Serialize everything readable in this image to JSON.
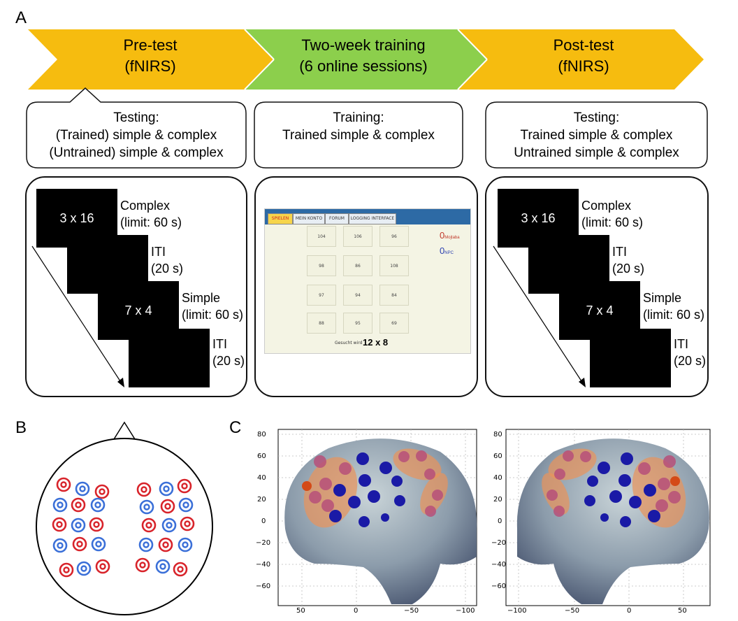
{
  "panels": {
    "a": "A",
    "b": "B",
    "c": "C"
  },
  "timeline": [
    {
      "line1": "Pre-test",
      "line2": "(fNIRS)",
      "color": "#f6bc0f"
    },
    {
      "line1": "Two-week training",
      "line2": "(6 online sessions)",
      "color": "#8ccf4c"
    },
    {
      "line1": "Post-test",
      "line2": "(fNIRS)",
      "color": "#f6bc0f"
    }
  ],
  "callouts": [
    {
      "line1": "Testing:",
      "line2": "(Trained) simple & complex",
      "line3": "(Untrained) simple & complex"
    },
    {
      "line1": "Training:",
      "line2": "Trained simple & complex",
      "line3": ""
    },
    {
      "line1": "Testing:",
      "line2": "Trained simple & complex",
      "line3": "Untrained simple & complex"
    }
  ],
  "sequence": [
    {
      "screen": "3 x 16",
      "label1": "Complex",
      "label2": "(limit: 60 s)"
    },
    {
      "screen": "",
      "label1": "ITI",
      "label2": "(20 s)"
    },
    {
      "screen": "7 x 4",
      "label1": "Simple",
      "label2": "(limit: 60 s)"
    },
    {
      "screen": "",
      "label1": "ITI",
      "label2": "(20 s)"
    }
  ],
  "training_app": {
    "tabs": [
      "SPIELEN",
      "MEIN KONTO",
      "FORUM",
      "LOGGING INTERFACE"
    ],
    "grid": [
      [
        "104",
        "106",
        "96"
      ],
      [
        "98",
        "86",
        "108"
      ],
      [
        "97",
        "94",
        "84"
      ],
      [
        "88",
        "95",
        "69"
      ]
    ],
    "score1": "0",
    "score1_name": "Mojtaba",
    "score2": "0",
    "score2_name": "NPC",
    "prompt": "Gesucht wird",
    "problem": "12 x 8"
  },
  "colors": {
    "source": "#d8232a",
    "detector": "#3a6fd8",
    "roi": "#e9935a",
    "channel": "#1a1aa6"
  },
  "brain_left": {
    "y_ticks": [
      "80",
      "60",
      "40",
      "20",
      "0",
      "−20",
      "−40",
      "−60"
    ],
    "x_ticks": [
      "50",
      "0",
      "−50",
      "−100"
    ]
  },
  "brain_right": {
    "y_ticks": [
      "80",
      "60",
      "40",
      "20",
      "0",
      "−20",
      "−40",
      "−60"
    ],
    "x_ticks": [
      "−100",
      "−50",
      "0",
      "50"
    ]
  }
}
